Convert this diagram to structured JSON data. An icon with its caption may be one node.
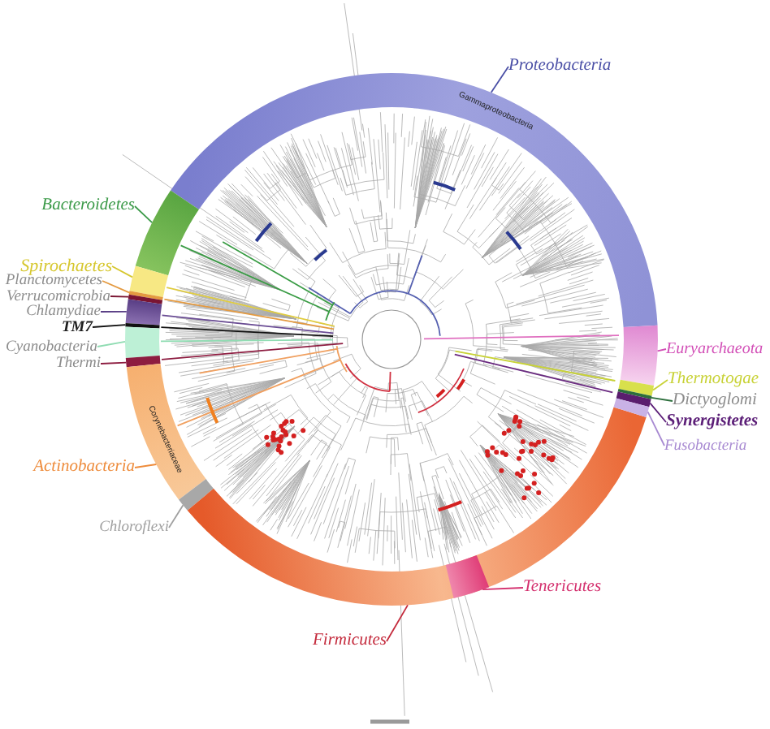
{
  "diagram": {
    "nodes": [
      {
        "text": [
          "Proteobacteria"
        ]
      },
      {
        "text": [
          "Bacteroidetes"
        ]
      },
      {
        "text": [
          "Spirochaetes"
        ]
      },
      {
        "text": [
          "Planctomycetes"
        ]
      },
      {
        "text": [
          "Verrucomicrobia"
        ]
      },
      {
        "text": [
          "Chlamydiae"
        ]
      },
      {
        "text": [
          "TM7"
        ]
      },
      {
        "text": [
          "Cyanobacteria"
        ]
      },
      {
        "text": [
          "Thermi"
        ]
      },
      {
        "text": [
          "Actinobacteria"
        ]
      },
      {
        "text": [
          "Chloroflexi"
        ]
      },
      {
        "text": [
          "Firmicutes"
        ]
      },
      {
        "text": [
          "Tenericutes"
        ]
      },
      {
        "text": [
          "Euryarchaeota"
        ]
      },
      {
        "text": [
          "Thermotogae"
        ]
      },
      {
        "text": [
          "Dictyoglomi"
        ]
      },
      {
        "text": [
          "Synergistetes"
        ]
      },
      {
        "text": [
          "Fusobacteria"
        ]
      },
      {
        "text": [
          "Gammaproteobacteria"
        ]
      },
      {
        "text": [],
        "shape": "arc"
      },
      {
        "text": [],
        "shape": "arc"
      },
      {
        "text": [],
        "shape": "arc"
      },
      {
        "text": [],
        "shape": "arc"
      },
      {
        "text": [],
        "shape": "arc"
      },
      {
        "text": [],
        "shape": "arc"
      },
      {
        "text": [],
        "shape": "arc"
      },
      {
        "text": [],
        "shape": "arc"
      },
      {
        "text": [
          "Corynebacteriaceae"
        ]
      },
      {
        "text": [],
        "shape": "arc"
      },
      {
        "text": [],
        "shape": "arc"
      },
      {
        "text": [],
        "shape": "arc",
        "in": 29
      },
      {
        "text": [],
        "shape": "arc"
      },
      {
        "text": [],
        "shape": "arc"
      },
      {
        "text": [],
        "shape": "arc"
      },
      {
        "text": [],
        "shape": "arc"
      },
      {
        "text": [],
        "shape": "arc"
      }
    ],
    "edges": [
      {
        "from": 0,
        "to": 18,
        "arrow": "none",
        "color": "#4a4fa6"
      },
      {
        "from": 1,
        "to": 19,
        "arrow": "none",
        "color": "#3b9a48"
      },
      {
        "from": 2,
        "to": 20,
        "arrow": "none",
        "color": "#d6c72e"
      },
      {
        "from": 3,
        "to": 21,
        "arrow": "none",
        "color": "#e49a40"
      },
      {
        "from": 4,
        "to": 22,
        "arrow": "none",
        "color": "#7a1432"
      },
      {
        "from": 5,
        "to": 23,
        "arrow": "none",
        "color": "#5a3f86"
      },
      {
        "from": 6,
        "to": 24,
        "arrow": "none",
        "color": "#111111"
      },
      {
        "from": 7,
        "to": 25,
        "arrow": "none",
        "color": "#8fdcb2"
      },
      {
        "from": 8,
        "to": 26,
        "arrow": "none",
        "color": "#8d1c40"
      },
      {
        "from": 9,
        "to": 27,
        "arrow": "none",
        "color": "#ee8c3c"
      },
      {
        "from": 10,
        "to": 28,
        "arrow": "none",
        "color": "#a0a0a0"
      },
      {
        "from": 11,
        "to": 29,
        "arrow": "none",
        "color": "#c42a3c"
      },
      {
        "from": 12,
        "to": 30,
        "arrow": "none",
        "color": "#d4306e"
      },
      {
        "from": 13,
        "to": 31,
        "arrow": "none",
        "color": "#d24db6"
      },
      {
        "from": 14,
        "to": 32,
        "arrow": "none",
        "color": "#c8d236"
      },
      {
        "from": 15,
        "to": 33,
        "arrow": "none",
        "color": "#2c6e3c"
      },
      {
        "from": 16,
        "to": 34,
        "arrow": "none",
        "color": "#5c1f78"
      },
      {
        "from": 17,
        "to": 35,
        "arrow": "none",
        "color": "#a88ad2"
      }
    ]
  }
}
